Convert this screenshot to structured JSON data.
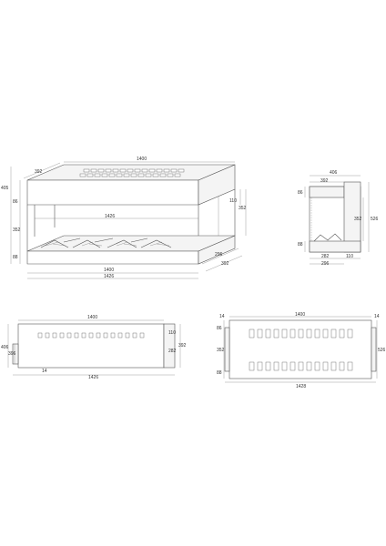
{
  "iso_view": {
    "labels": {
      "top_width": "1400",
      "top_depth": "392",
      "left_height": "405",
      "left_upper": "86",
      "left_mid": "352",
      "left_lower": "88",
      "inner_width": "1426",
      "right_upper": "110",
      "right_height": "352",
      "bottom_width_a": "1400",
      "bottom_width_b": "1426",
      "side_depth_a": "296",
      "side_depth_b": "392"
    }
  },
  "side_view": {
    "labels": {
      "top_a": "406",
      "top_b": "392",
      "left_upper": "86",
      "left_lower": "88",
      "mid_height": "352",
      "total_height": "526",
      "bottom_a": "282",
      "bottom_b": "110",
      "bottom_total": "296"
    }
  },
  "front_view": {
    "labels": {
      "top_width": "1400",
      "left_outer": "406",
      "left_inner": "396",
      "right_a": "110",
      "right_b": "282",
      "right_outer": "392",
      "bottom_offset": "14",
      "bottom_width": "1426"
    }
  },
  "top_view": {
    "labels": {
      "left_top": "14",
      "top_width": "1400",
      "right_top": "14",
      "left_upper": "86",
      "left_mid": "352",
      "left_lower": "88",
      "right_height": "526",
      "bottom_width": "1428"
    }
  }
}
